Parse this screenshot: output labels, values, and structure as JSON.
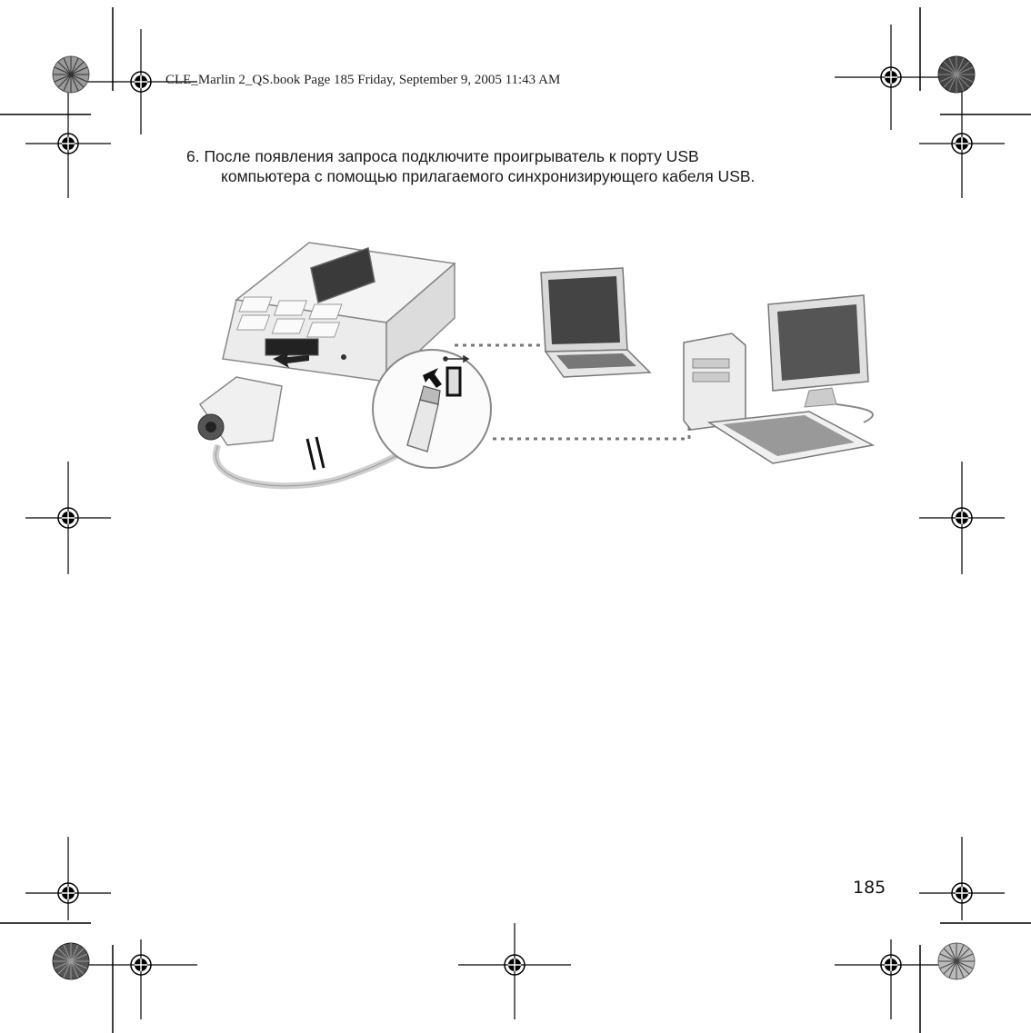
{
  "header": {
    "slug": "CLE_Marlin 2_QS.book  Page 185  Friday, September 9, 2005  11:43 AM"
  },
  "step": {
    "line1": "6. После появления запроса подключите проигрыватель к порту USB",
    "line2": "компьютера с помощью прилагаемого синхронизирующего кабеля USB."
  },
  "footer": {
    "page_number": "185"
  }
}
